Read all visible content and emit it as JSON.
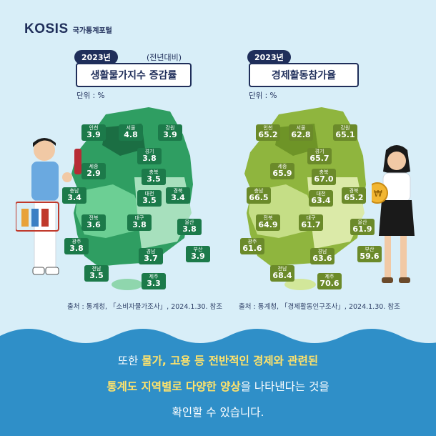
{
  "logo": {
    "brand": "KOSIS",
    "sub": "국가통계포털"
  },
  "left": {
    "year": "2023년",
    "note": "(전년대비)",
    "title": "생활물가지수 증감률",
    "unit": "단위 : %",
    "source": "출처 : 통계청, 「소비자물가조사」, 2024.1.30. 참조",
    "regions": [
      {
        "name": "인천",
        "value": "3.9"
      },
      {
        "name": "서울",
        "value": "4.8"
      },
      {
        "name": "강원",
        "value": "3.9"
      },
      {
        "name": "경기",
        "value": "3.8"
      },
      {
        "name": "세종",
        "value": "2.9"
      },
      {
        "name": "충북",
        "value": "3.5"
      },
      {
        "name": "충남",
        "value": "3.4"
      },
      {
        "name": "대전",
        "value": "3.5"
      },
      {
        "name": "경북",
        "value": "3.4"
      },
      {
        "name": "전북",
        "value": "3.6"
      },
      {
        "name": "대구",
        "value": "3.8"
      },
      {
        "name": "울산",
        "value": "3.8"
      },
      {
        "name": "광주",
        "value": "3.8"
      },
      {
        "name": "경남",
        "value": "3.7"
      },
      {
        "name": "부산",
        "value": "3.9"
      },
      {
        "name": "전남",
        "value": "3.5"
      },
      {
        "name": "제주",
        "value": "3.3"
      }
    ]
  },
  "right": {
    "year": "2023년",
    "title": "경제활동참가율",
    "unit": "단위 : %",
    "source": "출처 : 통계청, 「경제활동인구조사」, 2024.1.30. 참조",
    "regions": [
      {
        "name": "인천",
        "value": "65.2"
      },
      {
        "name": "서울",
        "value": "62.8"
      },
      {
        "name": "강원",
        "value": "65.1"
      },
      {
        "name": "경기",
        "value": "65.7"
      },
      {
        "name": "세종",
        "value": "65.9"
      },
      {
        "name": "충북",
        "value": "67.0"
      },
      {
        "name": "충남",
        "value": "66.5"
      },
      {
        "name": "대전",
        "value": "63.4"
      },
      {
        "name": "경북",
        "value": "65.2"
      },
      {
        "name": "전북",
        "value": "64.9"
      },
      {
        "name": "대구",
        "value": "61.7"
      },
      {
        "name": "울산",
        "value": "61.9"
      },
      {
        "name": "광주",
        "value": "61.6"
      },
      {
        "name": "경남",
        "value": "63.6"
      },
      {
        "name": "부산",
        "value": "59.6"
      },
      {
        "name": "전남",
        "value": "68.4"
      },
      {
        "name": "제주",
        "value": "70.6"
      }
    ]
  },
  "message": {
    "l1a": "또한 ",
    "l1b": "물가, 고용 등 전반적인 경제와 관련된",
    "l2a": "통계도 지역별로 다양한 양상",
    "l2b": "을 나타낸다는 것을",
    "l3": "확인할 수 있습니다."
  },
  "colors": {
    "navy": "#1f2e5a",
    "green": "#1c7a4a",
    "olive": "#6b8a2a",
    "sea": "#2f8fc8",
    "highlight": "#ffe36b"
  }
}
